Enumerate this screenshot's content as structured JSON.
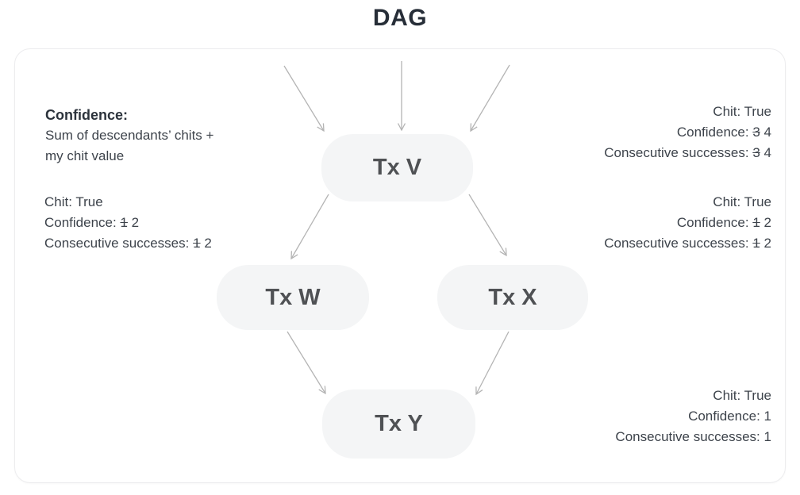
{
  "title": "DAG",
  "colors": {
    "card_border": "#ececee",
    "node_background": "#f4f5f6",
    "node_text": "#4f5154",
    "body_text": "#3d434b",
    "title_text": "#272e38",
    "arrow": "#b4b4b4"
  },
  "legend": {
    "heading": "Confidence:",
    "line1": "Sum of descendants’ chits +",
    "line2": "my chit value"
  },
  "nodes": {
    "v": {
      "label": "Tx V"
    },
    "w": {
      "label": "Tx W"
    },
    "x": {
      "label": "Tx X"
    },
    "y": {
      "label": "Tx Y"
    }
  },
  "stats": {
    "v": {
      "chit": "Chit: True",
      "confidence_label": "Confidence:",
      "confidence_old": "3",
      "confidence_new": "4",
      "successes_label": "Consecutive successes:",
      "successes_old": "3",
      "successes_new": "4"
    },
    "w": {
      "chit": "Chit: True",
      "confidence_label": "Confidence:",
      "confidence_old": "1",
      "confidence_new": "2",
      "successes_label": "Consecutive successes:",
      "successes_old": "1",
      "successes_new": "2"
    },
    "x": {
      "chit": "Chit: True",
      "confidence_label": "Confidence:",
      "confidence_old": "1",
      "confidence_new": "2",
      "successes_label": "Consecutive successes:",
      "successes_old": "1",
      "successes_new": "2"
    },
    "y": {
      "chit": "Chit: True",
      "confidence_label": "Confidence:",
      "confidence_old": "",
      "confidence_new": "1",
      "successes_label": "Consecutive successes:",
      "successes_old": "",
      "successes_new": "1"
    }
  }
}
